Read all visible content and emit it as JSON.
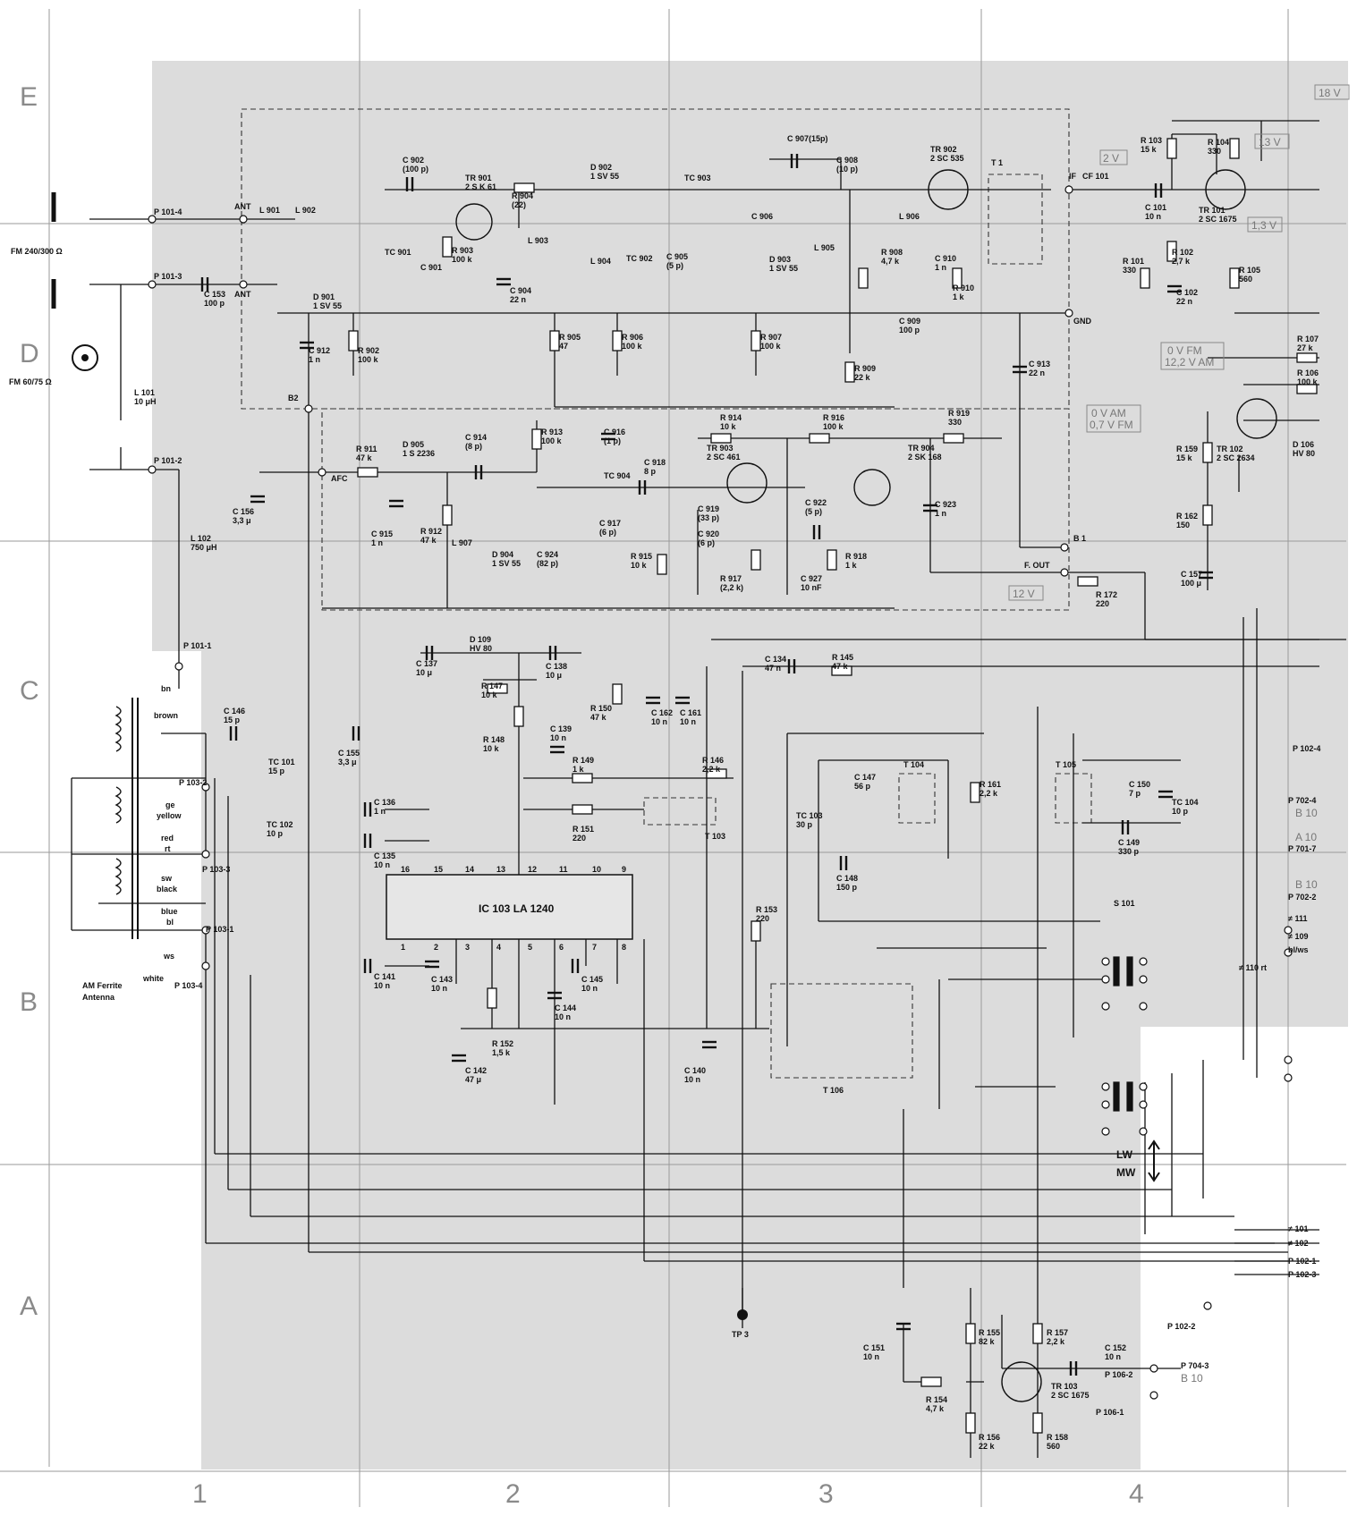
{
  "zones": {
    "rows": [
      "E",
      "D",
      "C",
      "B",
      "A"
    ],
    "cols": [
      "1",
      "2",
      "3",
      "4"
    ]
  },
  "connectors": {
    "fm_label": "FM 240/300 Ω",
    "fm2_label": "FM 60/75 Ω",
    "p1014": "P 101-4",
    "p1013": "P 101-3",
    "p1012": "P 101-2",
    "p1011": "P 101-1",
    "ant1": "ANT",
    "ant2": "ANT",
    "gnd": "GND",
    "b1": "B 1",
    "b2": "B2",
    "afc": "AFC",
    "fout": "F. OUT",
    "tp3": "TP 3",
    "if": "IF",
    "p1032": "P 103-2",
    "p1033": "P 103-3",
    "p1031": "P 103-1",
    "p1034": "P 103-4",
    "p1022": "P 102-2",
    "p1062": "P 106-2",
    "p1061": "P 106-1",
    "p7043": "P 704-3",
    "b10_a": "B 10",
    "p1024": "P 102-4",
    "p7024": "P 702-4",
    "b10_b": "B 10",
    "a10": "A 10",
    "p7017": "P 701-7",
    "b10_c": "B 10",
    "p7022": "P 702-2",
    "w111": "≠ 111",
    "w109": "≠ 109",
    "blws": "bl/ws",
    "w110": "≠ 110 rt",
    "w101": "≠ 101",
    "w102": "≠ 102",
    "p1021": "P 102-1",
    "p1023": "P 102-3"
  },
  "voltages": {
    "v18": "18 V",
    "v13": "13 V",
    "v2": "2 V",
    "v13b": "1,3 V",
    "vfm1": "0    V FM",
    "vam1": "12,2 V AM",
    "vam2": "0    V AM",
    "vfm2": "0,7 V FM",
    "v12": "12 V"
  },
  "ferrite": {
    "title": "AM Ferrite",
    "title2": "Antenna",
    "bn": "bn",
    "brown": "brown",
    "ge": "ge",
    "yellow": "yellow",
    "red": "red",
    "rt": "rt",
    "sw": "sw",
    "black": "black",
    "blue": "blue",
    "bl": "bl",
    "ws": "ws",
    "white": "white"
  },
  "switch": {
    "s101": "S 101",
    "lw": "LW",
    "mw": "MW"
  },
  "ic": {
    "name": "IC 103 LA 1240",
    "pins_top": [
      "16",
      "15",
      "14",
      "13",
      "12",
      "11",
      "10",
      "9"
    ],
    "pins_bottom": [
      "1",
      "2",
      "3",
      "4",
      "5",
      "6",
      "7",
      "8"
    ]
  },
  "components": [
    {
      "ref": "L 901",
      "val": ""
    },
    {
      "ref": "L 902",
      "val": ""
    },
    {
      "ref": "C 902",
      "val": "(100 p)"
    },
    {
      "ref": "TR 901",
      "val": "2 S K 61"
    },
    {
      "ref": "R 904",
      "val": "(22)"
    },
    {
      "ref": "D 902",
      "val": "1 SV 55"
    },
    {
      "ref": "TC 903",
      "val": ""
    },
    {
      "ref": "C 907(15p)",
      "val": ""
    },
    {
      "ref": "C 908",
      "val": "(10 p)"
    },
    {
      "ref": "TR 902",
      "val": "2 SC 535"
    },
    {
      "ref": "T 1",
      "val": ""
    },
    {
      "ref": "CF 101",
      "val": ""
    },
    {
      "ref": "R 103",
      "val": "15 k"
    },
    {
      "ref": "R 104",
      "val": "330"
    },
    {
      "ref": "TR 101",
      "val": "2 SC 1675"
    },
    {
      "ref": "C 153",
      "val": "100 p"
    },
    {
      "ref": "D 901",
      "val": "1 SV 55"
    },
    {
      "ref": "TC 901",
      "val": ""
    },
    {
      "ref": "C 901",
      "val": ""
    },
    {
      "ref": "R 903",
      "val": "100 k"
    },
    {
      "ref": "C 904",
      "val": "22 n"
    },
    {
      "ref": "L 903",
      "val": ""
    },
    {
      "ref": "L 904",
      "val": ""
    },
    {
      "ref": "TC 902",
      "val": ""
    },
    {
      "ref": "C 905",
      "val": "(5 p)"
    },
    {
      "ref": "C 906",
      "val": ""
    },
    {
      "ref": "D 903",
      "val": "1 SV 55"
    },
    {
      "ref": "L 905",
      "val": ""
    },
    {
      "ref": "L 906",
      "val": ""
    },
    {
      "ref": "R 908",
      "val": "4,7 k"
    },
    {
      "ref": "C 910",
      "val": "1 n"
    },
    {
      "ref": "R 910",
      "val": "1 k"
    },
    {
      "ref": "C 909",
      "val": "100 p"
    },
    {
      "ref": "R 101",
      "val": "330"
    },
    {
      "ref": "C 101",
      "val": "10 n"
    },
    {
      "ref": "R 102",
      "val": "2,7 k"
    },
    {
      "ref": "C 102",
      "val": "22 n"
    },
    {
      "ref": "R 105",
      "val": "560"
    },
    {
      "ref": "C 912",
      "val": "1 n"
    },
    {
      "ref": "R 902",
      "val": "100 k"
    },
    {
      "ref": "R 905",
      "val": "47"
    },
    {
      "ref": "R 906",
      "val": "100 k"
    },
    {
      "ref": "R 907",
      "val": "100 k"
    },
    {
      "ref": "R 909",
      "val": "22 k"
    },
    {
      "ref": "C 913",
      "val": "22 n"
    },
    {
      "ref": "R 107",
      "val": "27 k"
    },
    {
      "ref": "R 106",
      "val": "100 k"
    },
    {
      "ref": "L 101",
      "val": "10 μH"
    },
    {
      "ref": "R 911",
      "val": "47 k"
    },
    {
      "ref": "D 905",
      "val": "1 S 2236"
    },
    {
      "ref": "C 914",
      "val": "(8 p)"
    },
    {
      "ref": "R 913",
      "val": "100 k"
    },
    {
      "ref": "C 916",
      "val": "(1 p)"
    },
    {
      "ref": "R 914",
      "val": "10 k"
    },
    {
      "ref": "R 916",
      "val": "100 k"
    },
    {
      "ref": "R 919",
      "val": "330"
    },
    {
      "ref": "TR 903",
      "val": "2 SC 461"
    },
    {
      "ref": "TR 904",
      "val": "2 SK 168"
    },
    {
      "ref": "TC 904",
      "val": ""
    },
    {
      "ref": "C 918",
      "val": "8 p"
    },
    {
      "ref": "C 919",
      "val": "(33 p)"
    },
    {
      "ref": "C 922",
      "val": "(5 p)"
    },
    {
      "ref": "C 923",
      "val": "1 n"
    },
    {
      "ref": "D 106",
      "val": "HV 80"
    },
    {
      "ref": "R 159",
      "val": "15 k"
    },
    {
      "ref": "TR 102",
      "val": "2 SC 2634"
    },
    {
      "ref": "C 156",
      "val": "3,3 μ"
    },
    {
      "ref": "C 915",
      "val": "1 n"
    },
    {
      "ref": "R 912",
      "val": "47 k"
    },
    {
      "ref": "L 907",
      "val": ""
    },
    {
      "ref": "D 904",
      "val": "1 SV 55"
    },
    {
      "ref": "C 924",
      "val": "(82 p)"
    },
    {
      "ref": "C 917",
      "val": "(6 p)"
    },
    {
      "ref": "C 920",
      "val": "(6 p)"
    },
    {
      "ref": "R 915",
      "val": "10 k"
    },
    {
      "ref": "R 917",
      "val": "(2,2 k)"
    },
    {
      "ref": "C 927",
      "val": "10 nF"
    },
    {
      "ref": "R 918",
      "val": "1 k"
    },
    {
      "ref": "R 162",
      "val": "150"
    },
    {
      "ref": "L 102",
      "val": "750 μH"
    },
    {
      "ref": "R 172",
      "val": "220"
    },
    {
      "ref": "C 157",
      "val": "100 μ"
    },
    {
      "ref": "D 109",
      "val": "HV 80"
    },
    {
      "ref": "C 137",
      "val": "10 μ"
    },
    {
      "ref": "C 138",
      "val": "10 μ"
    },
    {
      "ref": "C 134",
      "val": "47 n"
    },
    {
      "ref": "R 145",
      "val": "47 k"
    },
    {
      "ref": "C 146",
      "val": "15 p"
    },
    {
      "ref": "TC 101",
      "val": "15 p"
    },
    {
      "ref": "R 147",
      "val": "10 k"
    },
    {
      "ref": "R 150",
      "val": "47 k"
    },
    {
      "ref": "C 162",
      "val": "10 n"
    },
    {
      "ref": "C 161",
      "val": "10 n"
    },
    {
      "ref": "R 148",
      "val": "10 k"
    },
    {
      "ref": "C 139",
      "val": "10 n"
    },
    {
      "ref": "C 155",
      "val": "3,3 μ"
    },
    {
      "ref": "R 149",
      "val": "1 k"
    },
    {
      "ref": "R 146",
      "val": "2,2 k"
    },
    {
      "ref": "C 147",
      "val": "56 p"
    },
    {
      "ref": "T 104",
      "val": ""
    },
    {
      "ref": "R 161",
      "val": "2,2 k"
    },
    {
      "ref": "T 105",
      "val": ""
    },
    {
      "ref": "C 150",
      "val": "7 p"
    },
    {
      "ref": "TC 104",
      "val": "10 p"
    },
    {
      "ref": "C 136",
      "val": "1 n"
    },
    {
      "ref": "TC 102",
      "val": "10 p"
    },
    {
      "ref": "R 151",
      "val": "220"
    },
    {
      "ref": "T 103",
      "val": ""
    },
    {
      "ref": "TC 103",
      "val": "30 p"
    },
    {
      "ref": "C 149",
      "val": "330 p"
    },
    {
      "ref": "C 135",
      "val": "10 n"
    },
    {
      "ref": "C 148",
      "val": "150 p"
    },
    {
      "ref": "R 153",
      "val": "220"
    },
    {
      "ref": "C 141",
      "val": "10 n"
    },
    {
      "ref": "C 143",
      "val": "10 n"
    },
    {
      "ref": "C 145",
      "val": "10 n"
    },
    {
      "ref": "C 144",
      "val": "10 n"
    },
    {
      "ref": "R 152",
      "val": "1,5 k"
    },
    {
      "ref": "C 142",
      "val": "47 μ"
    },
    {
      "ref": "C 140",
      "val": "10 n"
    },
    {
      "ref": "T 106",
      "val": ""
    },
    {
      "ref": "C 151",
      "val": "10 n"
    },
    {
      "ref": "R 155",
      "val": "82 k"
    },
    {
      "ref": "R 157",
      "val": "2,2 k"
    },
    {
      "ref": "C 152",
      "val": "10 n"
    },
    {
      "ref": "R 154",
      "val": "4,7 k"
    },
    {
      "ref": "TR 103",
      "val": "2 SC 1675"
    },
    {
      "ref": "R 156",
      "val": "22 k"
    },
    {
      "ref": "R 158",
      "val": "560"
    }
  ]
}
